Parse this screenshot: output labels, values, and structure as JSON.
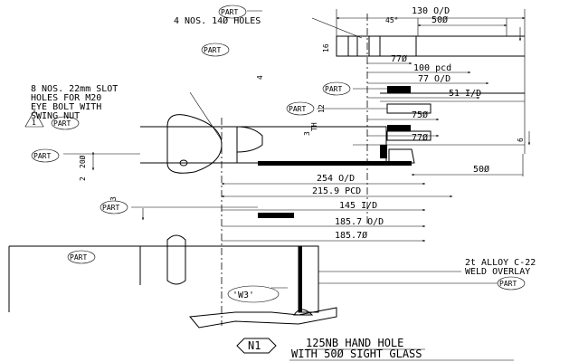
{
  "part_label": "PART",
  "notes": {
    "holes": "4 NOS. 14Ø HOLES",
    "slot_lines": [
      "8 NOS. 22mm SLOT",
      "HOLES FOR M20",
      "EYE BOLT WITH",
      "SWING NUT"
    ],
    "alloy_lines": [
      "2t ALLOY C-22",
      "WELD OVERLAY"
    ],
    "weld_mark": "'W3'",
    "rev_mark": "1"
  },
  "dims": {
    "d130": "130 O/D",
    "d50": "50Ø",
    "d45": "45°",
    "d77a": "77Ø",
    "d100": "100 pcd",
    "d77b": "77 O/D",
    "d51": "51 I/D",
    "d75": "75Ø",
    "d77c": "77Ø",
    "d50b": "50Ø",
    "d254": "254 O/D",
    "d2159": "215.9 PCD",
    "d145": "145 I/D",
    "d1857od": "185.7 O/D",
    "d1857": "185.7Ø",
    "t16": "16",
    "t3a": "3",
    "t3b": "3",
    "t12": "12",
    "t2": "2",
    "t4": "4",
    "t6": "6",
    "th": "TH",
    "t20": "20Ø"
  },
  "title": {
    "tag": "N1",
    "line1": "125NB HAND HOLE",
    "line2": "WITH 50Ø SIGHT GLASS"
  }
}
